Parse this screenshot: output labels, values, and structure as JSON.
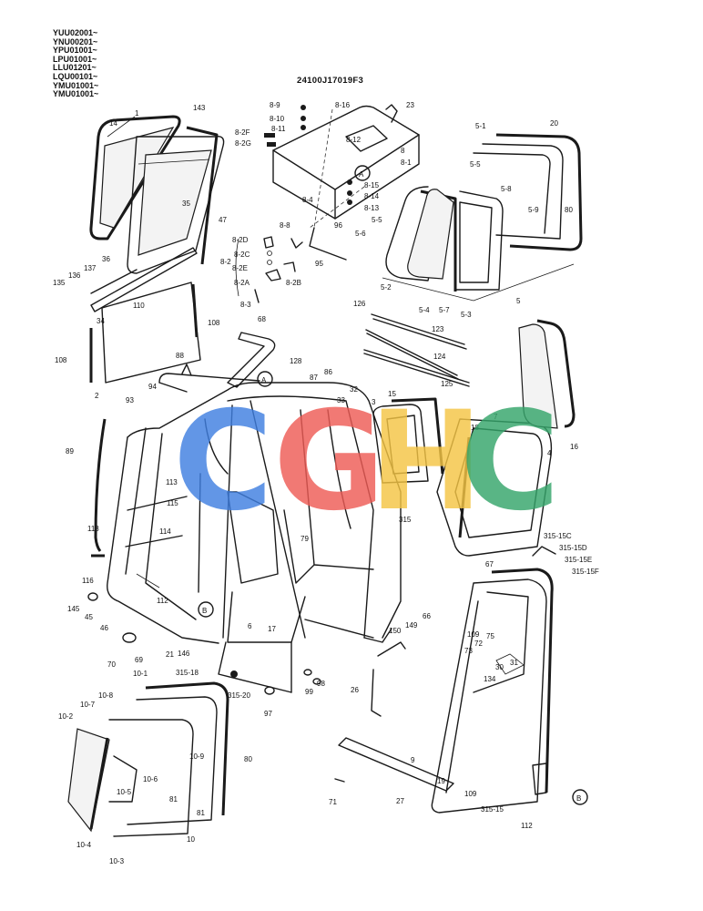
{
  "serials": [
    "YUU02001~",
    "YNU00201~",
    "YPU01001~",
    "LPU01001~",
    "LLU01201~",
    "LQU00101~",
    "YMU01001~",
    "YMU01001~"
  ],
  "drawing_code": "24100J17019F3",
  "watermark": {
    "letters": [
      "C",
      "G",
      "H",
      "C"
    ],
    "colors": [
      "#3f7fe0",
      "#ee5b55",
      "#f4c544",
      "#35a56a"
    ]
  },
  "callouts": [
    {
      "id": "A",
      "text": "A"
    },
    {
      "id": "A2",
      "text": "A"
    },
    {
      "id": "B",
      "text": "B"
    },
    {
      "id": "B2",
      "text": "B"
    }
  ],
  "part_labels": [
    "14",
    "1",
    "143",
    "35",
    "47",
    "136",
    "137",
    "36",
    "135",
    "110",
    "34",
    "108",
    "108",
    "2",
    "68",
    "88",
    "94",
    "93",
    "89",
    "118",
    "116",
    "145",
    "45",
    "46",
    "113",
    "115",
    "114",
    "112",
    "69",
    "70",
    "21",
    "146",
    "315-18",
    "315-20",
    "10-1",
    "10-8",
    "10-7",
    "10-2",
    "10-6",
    "10-5",
    "10-9",
    "80",
    "81",
    "81",
    "10-4",
    "10-3",
    "10",
    "8-9",
    "8-10",
    "8-11",
    "8-2F",
    "8-2G",
    "8-16",
    "23",
    "8-12",
    "8",
    "8-1",
    "8-15",
    "8-14",
    "8-13",
    "8-4",
    "96",
    "8-8",
    "95",
    "8-2D",
    "8-2C",
    "8-2E",
    "8-2",
    "8-2A",
    "8-2B",
    "8-3",
    "5-1",
    "20",
    "5-5",
    "5-8",
    "5-9",
    "80",
    "5-6",
    "5-5",
    "5-2",
    "5-4",
    "5-7",
    "5-3",
    "5",
    "126",
    "123",
    "124",
    "125",
    "128",
    "87",
    "86",
    "32",
    "33",
    "3",
    "15",
    "18",
    "7",
    "4",
    "16",
    "315",
    "79",
    "6",
    "17",
    "315-15C",
    "315-15D",
    "315-15E",
    "315-15F",
    "67",
    "66",
    "149",
    "150",
    "109",
    "75",
    "73",
    "72",
    "31",
    "30",
    "134",
    "26",
    "97",
    "99",
    "98",
    "9",
    "19",
    "109",
    "315-15",
    "112",
    "71",
    "27"
  ]
}
